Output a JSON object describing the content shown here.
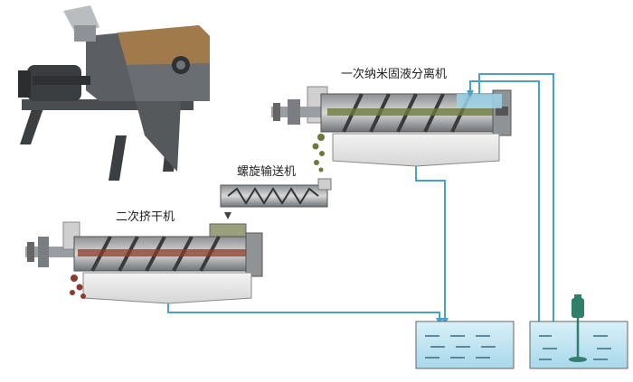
{
  "labels": {
    "primary_separator": "一次纳米固液分离机",
    "screw_conveyor": "螺旋输送机",
    "secondary_press": "二次挤干机"
  },
  "colors": {
    "pipe": "#4a9fcf",
    "water": "#bfe4f2",
    "metal_dark": "#555a5e",
    "metal_light": "#c9c9c9",
    "solids": "#6b7a3a",
    "residue": "#8a3b2b",
    "motor": "#2f7f6a"
  },
  "icons": {
    "machine_photo": "dewatering-machine-photo",
    "agitator": "agitator-motor-icon"
  }
}
